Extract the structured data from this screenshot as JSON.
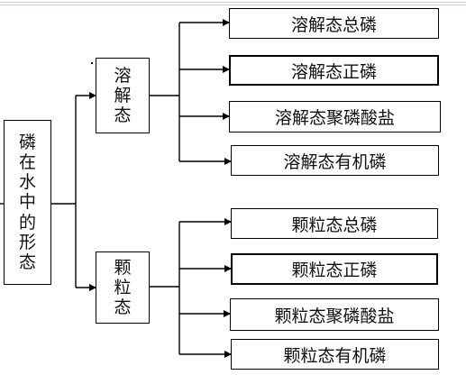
{
  "diagram": {
    "root": {
      "label": "磷在水中的形态"
    },
    "branches": [
      {
        "label": "溶解态",
        "children": [
          {
            "label": "溶解态总磷"
          },
          {
            "label": "溶解态正磷"
          },
          {
            "label": "溶解态聚磷酸盐"
          },
          {
            "label": "溶解态有机磷"
          }
        ]
      },
      {
        "label": "颗粒态",
        "children": [
          {
            "label": "颗粒态总磷"
          },
          {
            "label": "颗粒态正磷"
          },
          {
            "label": "颗粒态聚磷酸盐"
          },
          {
            "label": "颗粒态有机磷"
          }
        ]
      }
    ]
  },
  "colors": {
    "line": "#000000",
    "box_border": "#000000",
    "background": "#ffffff",
    "top_rule": "#c8cbe4"
  }
}
